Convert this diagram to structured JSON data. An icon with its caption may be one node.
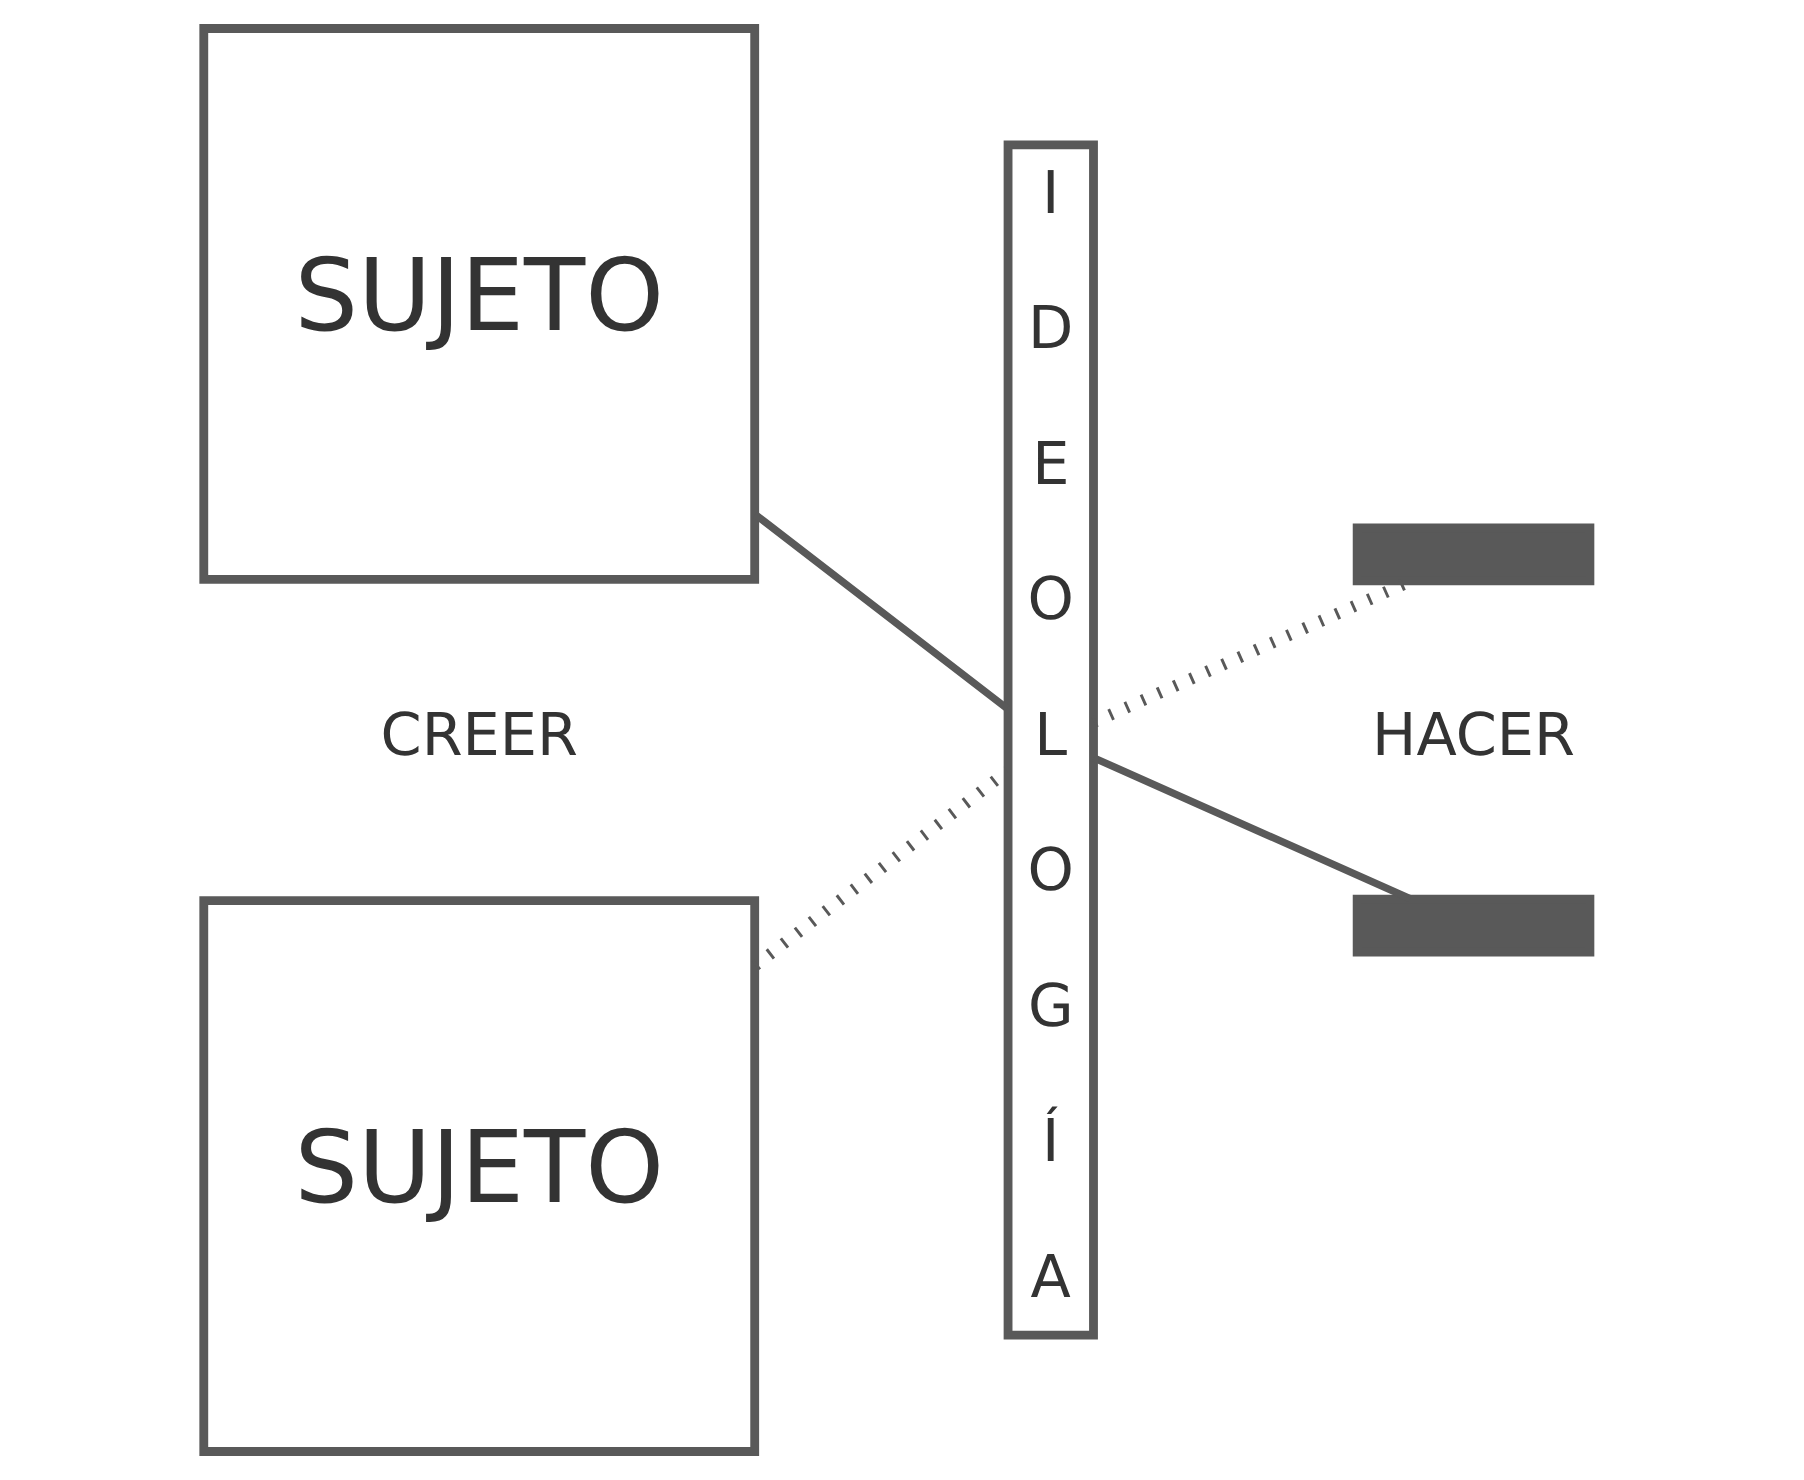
{
  "diagram": {
    "nodes": [
      {
        "text": [
          "SUJETO"
        ]
      },
      {
        "text": [
          "SUJETO"
        ]
      },
      {
        "text": [
          "IDEOLOGÍA"
        ]
      },
      {
        "text": [],
        "shape": "bar"
      },
      {
        "text": [],
        "shape": "bar"
      }
    ],
    "edges": [
      {
        "from": 0,
        "to": 2,
        "arrow": "none"
      },
      {
        "from": 2,
        "to": 3,
        "arrow": "none",
        "style": "dashed"
      },
      {
        "from": 1,
        "to": 2,
        "arrow": "none",
        "style": "dashed"
      },
      {
        "from": 2,
        "to": 4,
        "arrow": "none"
      }
    ],
    "labels": [
      "CREER",
      "HACER"
    ]
  }
}
